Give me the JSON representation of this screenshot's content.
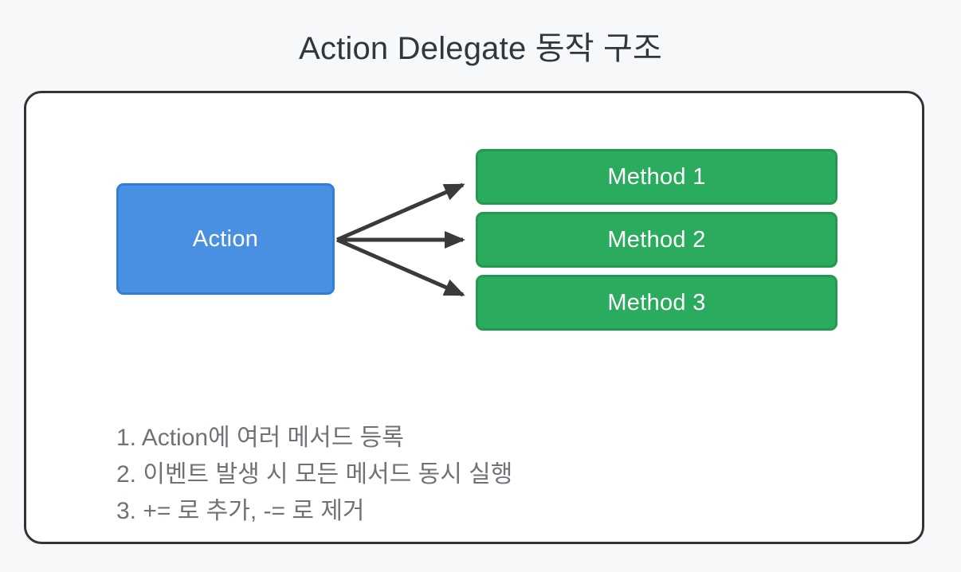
{
  "page": {
    "title": "Action Delegate 동작 구조",
    "background_color": "#f7f8fa"
  },
  "panel": {
    "border_color": "#323438",
    "background_color": "#ffffff"
  },
  "diagram": {
    "source_node": {
      "label": "Action",
      "fill_color": "#4a90e2",
      "border_color": "#2f7fd4",
      "text_color": "#ffffff"
    },
    "target_nodes": [
      {
        "label": "Method 1",
        "fill_color": "#2bab5d",
        "border_color": "#239a51",
        "text_color": "#ffffff"
      },
      {
        "label": "Method 2",
        "fill_color": "#2bab5d",
        "border_color": "#239a51",
        "text_color": "#ffffff"
      },
      {
        "label": "Method 3",
        "fill_color": "#2bab5d",
        "border_color": "#239a51",
        "text_color": "#ffffff"
      }
    ],
    "connectors": {
      "count": 3,
      "color": "#3a3a3c",
      "style": "solid-arrow",
      "direction": "Action to Methods"
    }
  },
  "notes": {
    "text_color": "#6f7378",
    "lines": [
      "1. Action에 여러 메서드 등록",
      "2. 이벤트 발생 시 모든 메서드 동시 실행",
      "3. += 로 추가, -= 로 제거"
    ]
  }
}
